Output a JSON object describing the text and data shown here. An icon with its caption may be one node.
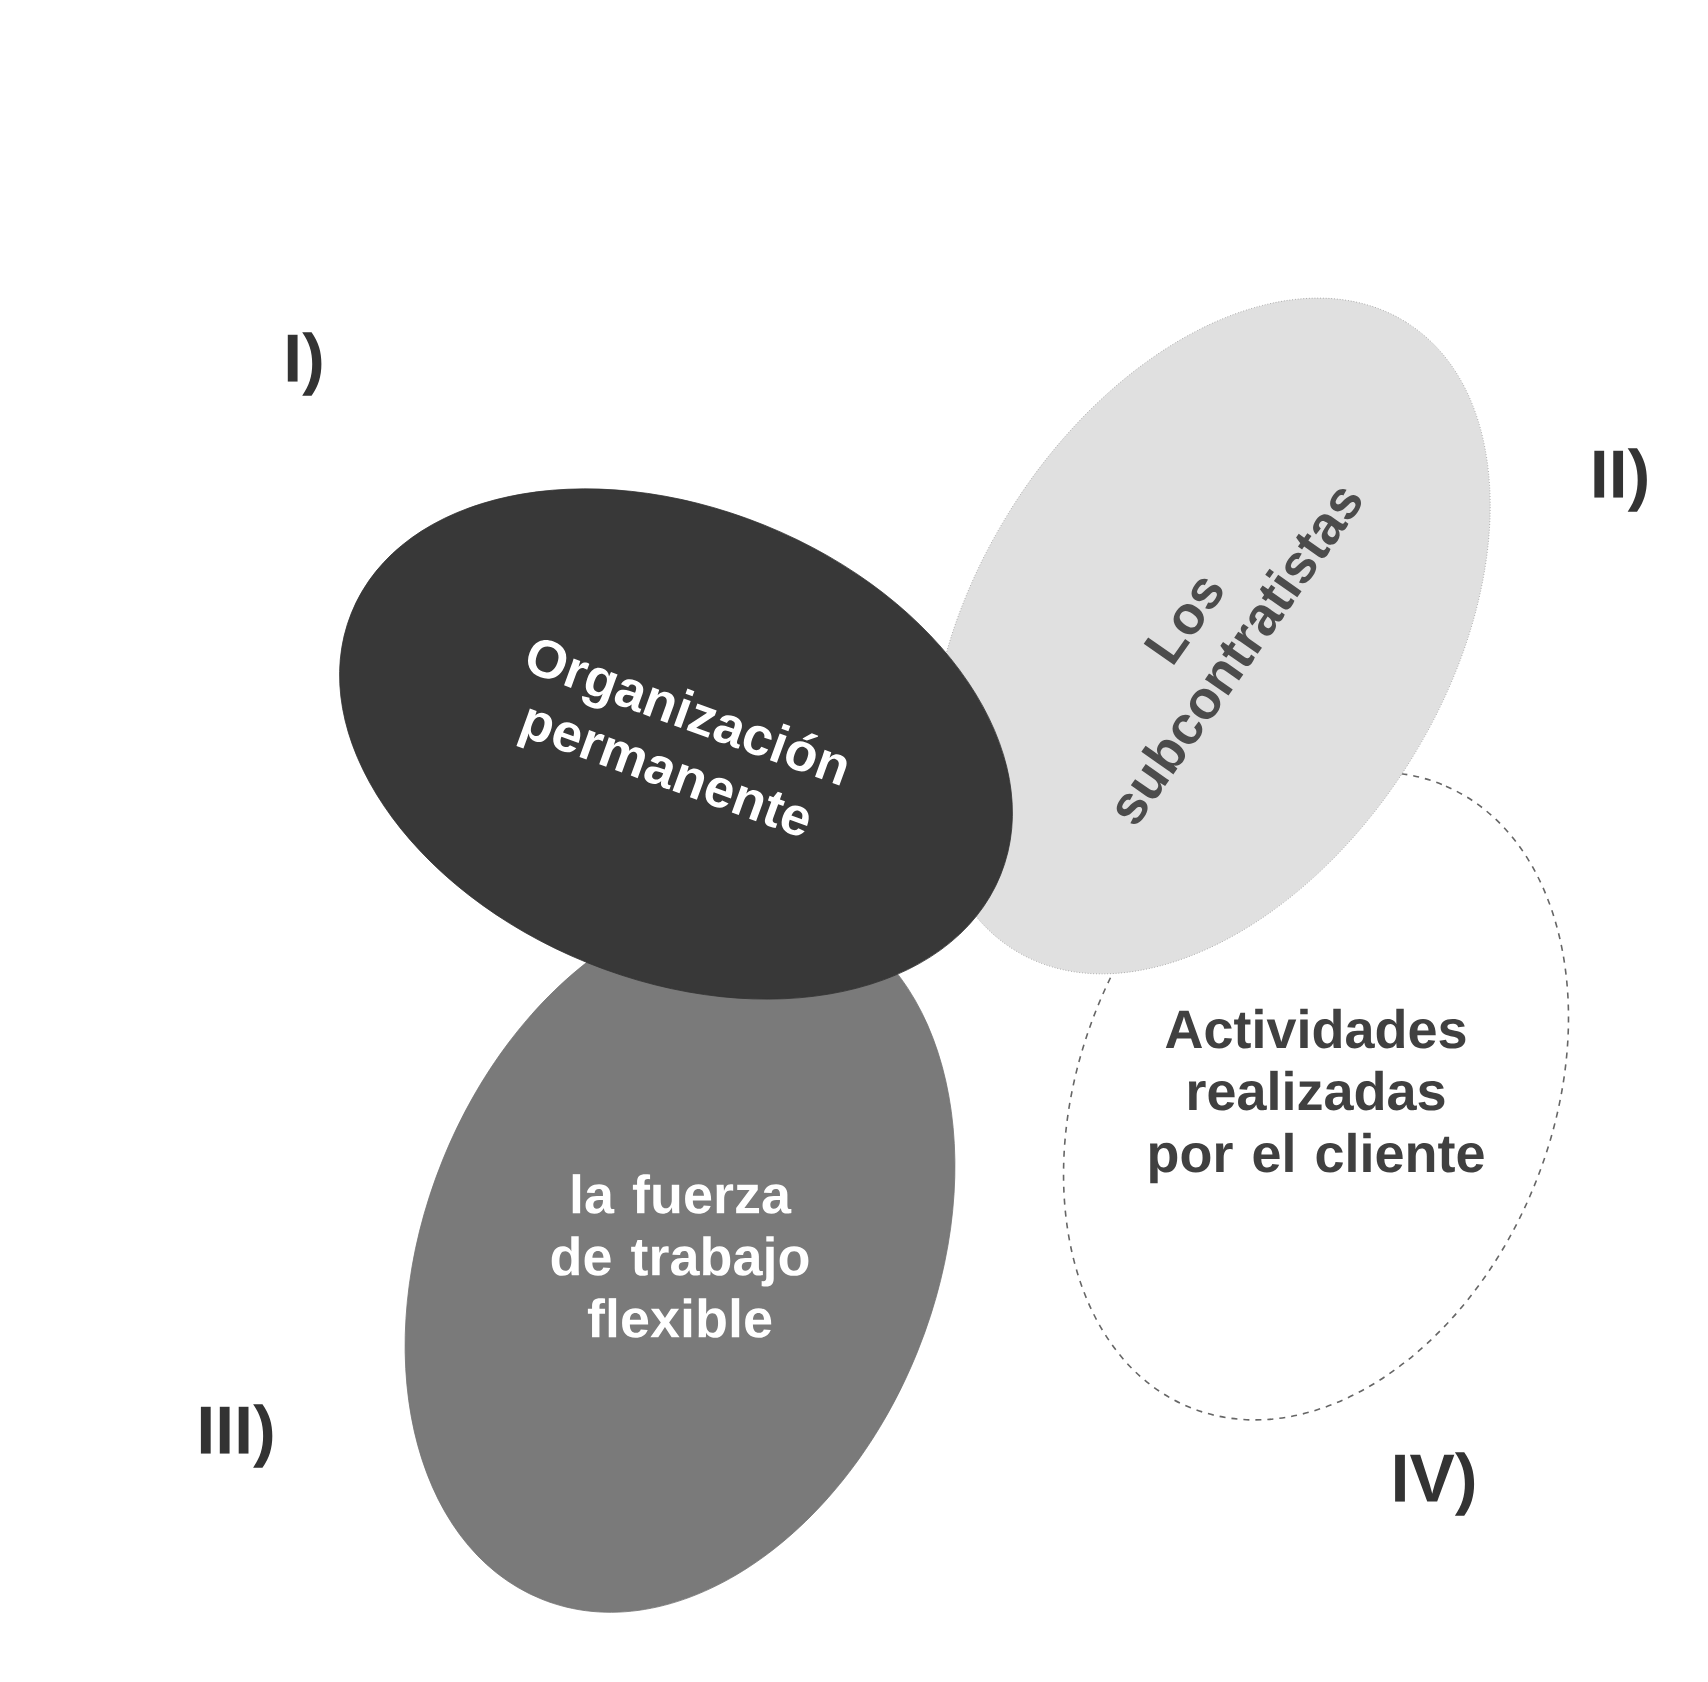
{
  "diagram": {
    "nodes": [
      {
        "text": [
          "Organización permanente"
        ],
        "beside": [
          "I)"
        ]
      },
      {
        "text": [
          "Los subcontratistas"
        ],
        "beside": [
          "II)"
        ]
      },
      {
        "text": [
          "la fuerza de trabajo flexible"
        ],
        "beside": [
          "III)"
        ]
      },
      {
        "text": [
          "Actividades realizadas por el cliente"
        ],
        "beside": [
          "IV)"
        ]
      }
    ]
  }
}
